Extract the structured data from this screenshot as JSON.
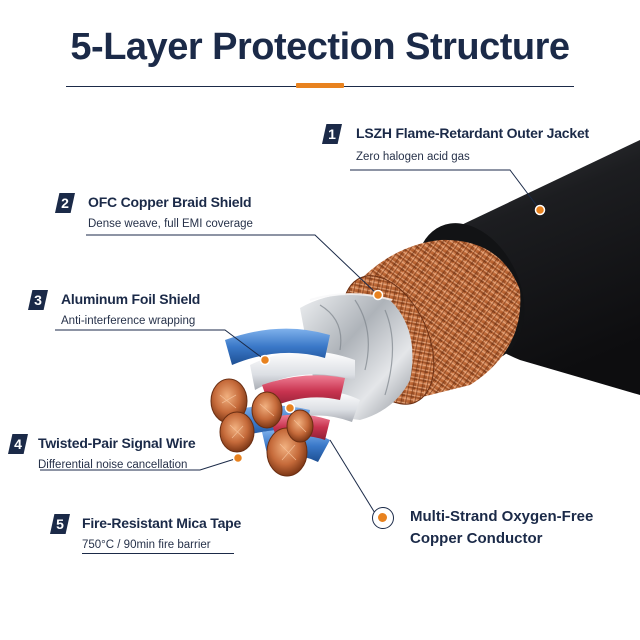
{
  "header": {
    "title": "5-Layer Protection Structure"
  },
  "layers": [
    {
      "number": "1",
      "title": "LSZH Flame-Retardant Outer Jacket",
      "subtitle": "Zero halogen acid gas"
    },
    {
      "number": "2",
      "title": "OFC Copper Braid Shield",
      "subtitle": "Dense weave, full EMI coverage"
    },
    {
      "number": "3",
      "title": "Aluminum Foil Shield",
      "subtitle": "Anti-interference wrapping"
    },
    {
      "number": "4",
      "title": "Twisted-Pair Signal Wire",
      "subtitle": "Differential noise cancellation"
    },
    {
      "number": "5",
      "title": "Fire-Resistant Mica Tape",
      "subtitle": "750°C / 90min fire barrier"
    }
  ],
  "conductor": {
    "line1": "Multi-Strand Oxygen-Free",
    "line2": "Copper Conductor"
  },
  "colors": {
    "navy": "#1b2a48",
    "accent": "#e8821f",
    "jacket": "#1c1d20",
    "copper": "#c56a3a",
    "foil": "#c9cdd2",
    "blue_wire": "#3a78c8",
    "red_wire": "#c8334f"
  }
}
